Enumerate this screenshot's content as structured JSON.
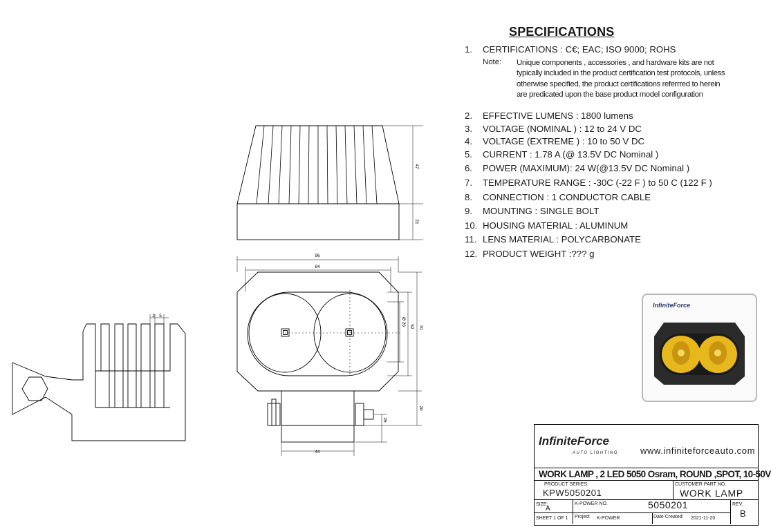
{
  "specifications": {
    "title": "SPECIFICATIONS",
    "items": [
      {
        "num": "1.",
        "text": "CERTIFICATIONS : C€; EAC; ISO 9000; ROHS"
      },
      {
        "num": "2.",
        "text": "EFFECTIVE LUMENS : 1800 lumens"
      },
      {
        "num": "3.",
        "text": "VOLTAGE (NOMINAL ) : 12 to 24 V DC"
      },
      {
        "num": "4.",
        "text": "VOLTAGE (EXTREME ) : 10  to 50 V DC"
      },
      {
        "num": "5.",
        "text": "CURRENT :  1.78 A  (@ 13.5V DC Nominal )"
      },
      {
        "num": "6.",
        "text": "POWER (MAXIMUM): 24 W(@13.5V DC Nominal )"
      },
      {
        "num": "7.",
        "text": "TEMPERATURE RANGE : -30C  (-22 F ) to 50 C (122 F )"
      },
      {
        "num": "8.",
        "text": "CONNECTION : 1 CONDUCTOR CABLE"
      },
      {
        "num": "9.",
        "text": "MOUNTING : SINGLE BOLT"
      },
      {
        "num": "10.",
        "text": "HOUSING MATERIAL : ALUMINUM"
      },
      {
        "num": "11.",
        "text": "LENS MATERIAL : POLYCARBONATE"
      },
      {
        "num": "12.",
        "text": "PRODUCT WEIGHT :??? g"
      }
    ],
    "note_label": "Note:",
    "note_lines": [
      "Unique components , accessories , and hardware kits are not",
      "typically included in the product certification test protocols, unless",
      "otherwise specified, the product certifications referrred to herein",
      "are predicated upon the base product model configuration"
    ]
  },
  "photo": {
    "brand": "InfiniteForce",
    "tagline": "AUTO LIGHTING",
    "housing_color": "#2b2b2b",
    "lens_color": "#e6b81e"
  },
  "title_block": {
    "brand": "InfiniteForce",
    "brand_tagline": "AUTO LIGHTING",
    "website": "www.infiniteforceauto.com",
    "product_title": "WORK LAMP , 2 LED 5050 Osram, ROUND ,SPOT, 10-50V",
    "product_series_label": "PRODUCT SERIES:",
    "product_series": "KPW5050201",
    "customer_part_label": "CUSTOMER PART NO.",
    "customer_part": "WORK LAMP",
    "size_label": "SIZE:",
    "size": "A",
    "kpower_label": "K-POWER NO.",
    "kpower_no": "5050201",
    "rev_label": "REV.",
    "rev": "B",
    "sheet": "SHEET 1 OF 1",
    "project_label": "Project",
    "project": "K-POWER",
    "date_label": "Date Created:",
    "date": "2021-11-20"
  },
  "dimensions": {
    "height_top": "47",
    "height_base": "21",
    "width_outer": "96",
    "width_inner": "84",
    "diameter": "Ø 26",
    "height_lens": "52",
    "height_front": "70",
    "bracket_offset": "20",
    "bracket_height": "26",
    "bracket_width": "44",
    "fin_gap": "2",
    "fin_pitch": "5"
  }
}
